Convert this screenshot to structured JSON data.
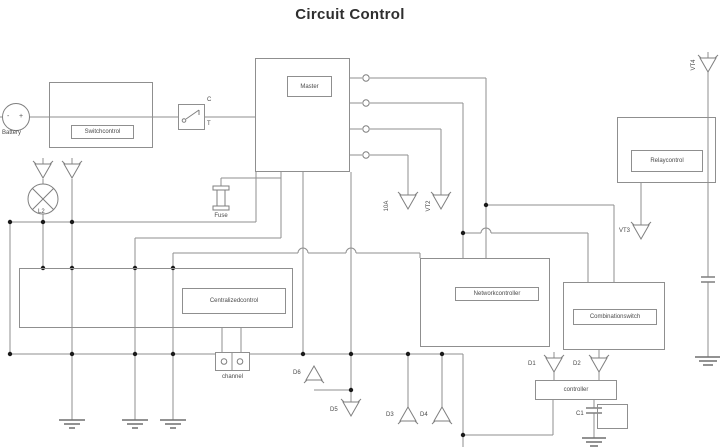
{
  "title": "Circuit Control",
  "components": {
    "battery": {
      "label": "Battery",
      "minus": "-",
      "plus": "+"
    },
    "switchcontrol": {
      "label": "Switchcontrol"
    },
    "switch": {
      "contact_top": "C",
      "contact_bottom": "T"
    },
    "master": {
      "label": "Master"
    },
    "fuse": {
      "label": "Fuse"
    },
    "lamp": {
      "label": "L2"
    },
    "relaycontrol": {
      "label": "Relaycontrol"
    },
    "centralizedcontrol": {
      "label": "Centralizedcontrol"
    },
    "channel": {
      "label": "channel"
    },
    "networkcontroller": {
      "label": "Networkcontroller"
    },
    "combinationswitch": {
      "label": "Combinationswitch"
    },
    "controller": {
      "label": "controller"
    },
    "capacitor_c1": {
      "label": "C1"
    }
  },
  "annotations": {
    "fuse_rating": "10A",
    "vt2": "VT2",
    "vt3": "VT3",
    "vt4": "VT4",
    "d1": "D1",
    "d2": "D2",
    "d3": "D3",
    "d4": "D4",
    "d5": "D5",
    "d6": "D6"
  },
  "colors": {
    "wire": "#8f8f8f",
    "text": "#4a4a4a",
    "background": "#ffffff"
  }
}
